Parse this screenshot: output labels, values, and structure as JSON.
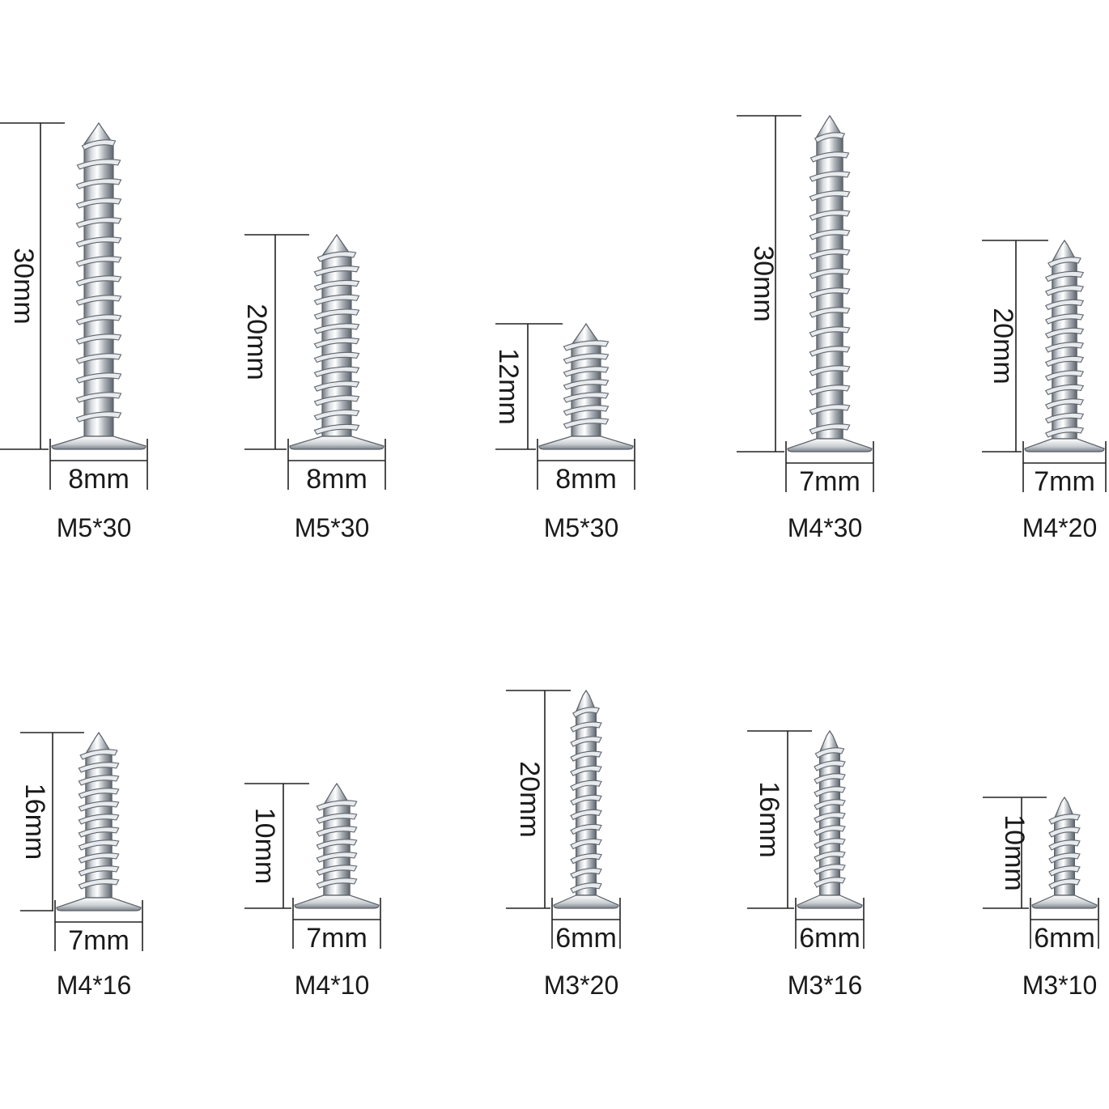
{
  "screws": [
    {
      "label": "M5*30",
      "length": "30mm",
      "head_width": "8mm"
    },
    {
      "label": "M5*30",
      "length": "20mm",
      "head_width": "8mm"
    },
    {
      "label": "M5*30",
      "length": "12mm",
      "head_width": "8mm"
    },
    {
      "label": "M4*30",
      "length": "30mm",
      "head_width": "7mm"
    },
    {
      "label": "M4*20",
      "length": "20mm",
      "head_width": "7mm"
    },
    {
      "label": "M4*16",
      "length": "16mm",
      "head_width": "7mm"
    },
    {
      "label": "M4*10",
      "length": "10mm",
      "head_width": "7mm"
    },
    {
      "label": "M3*20",
      "length": "20mm",
      "head_width": "6mm"
    },
    {
      "label": "M3*16",
      "length": "16mm",
      "head_width": "6mm"
    },
    {
      "label": "M3*10",
      "length": "10mm",
      "head_width": "6mm"
    }
  ],
  "colors": {
    "metal_light": "#f4f6f8",
    "metal_mid": "#b9bec4",
    "metal_dark": "#6f757c",
    "line": "#222222"
  }
}
